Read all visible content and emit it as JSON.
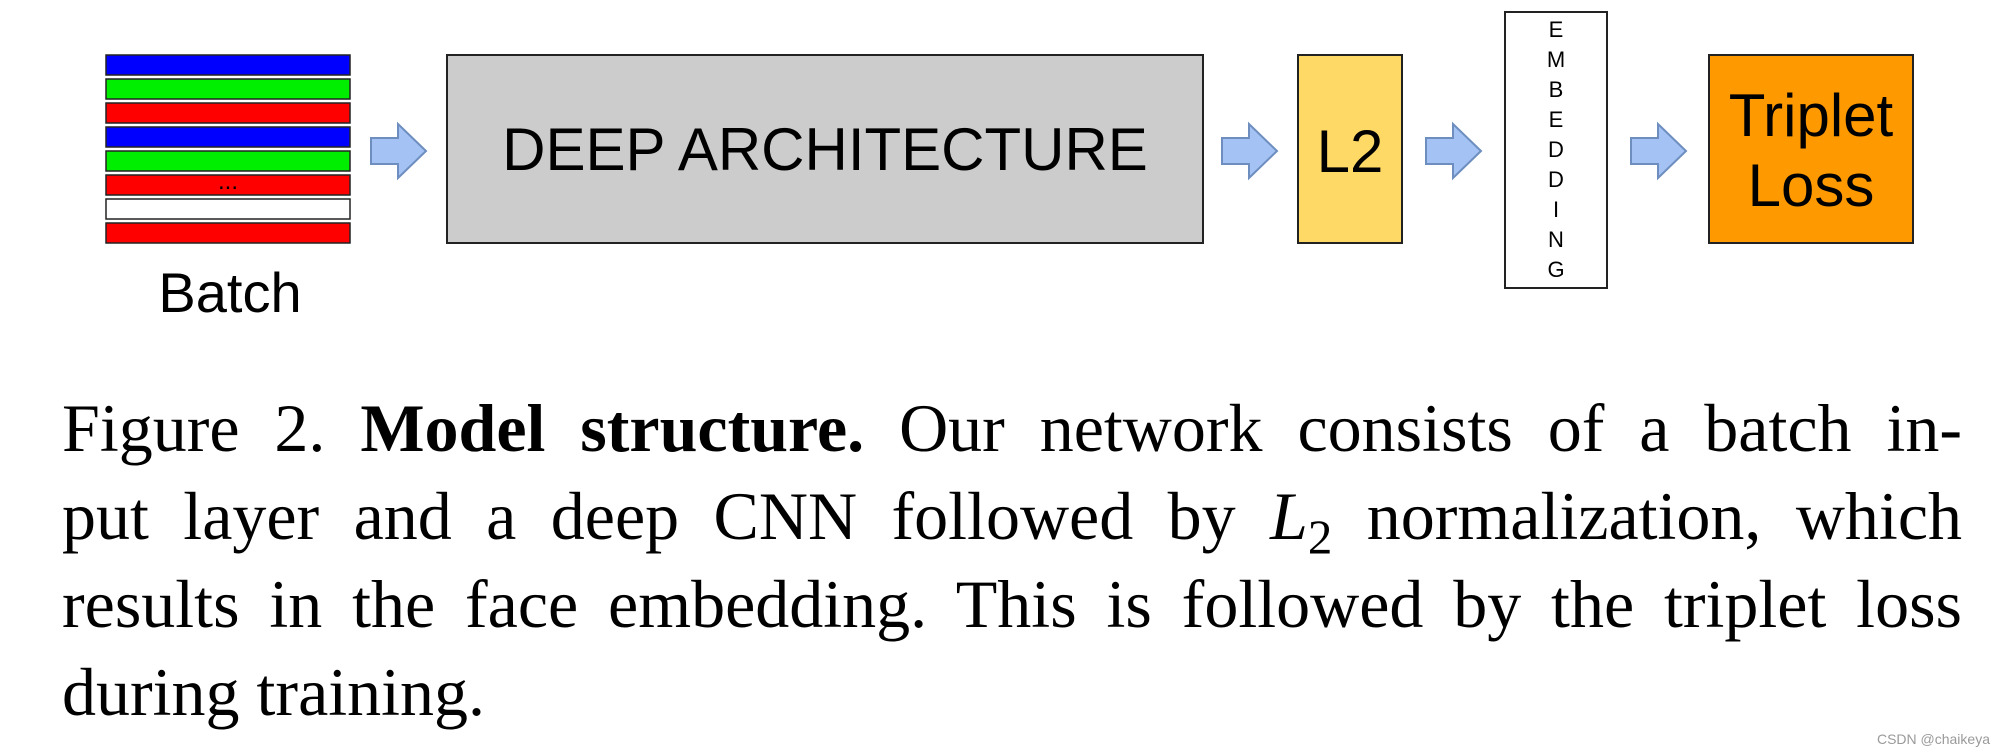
{
  "diagram": {
    "batch_label": "Batch",
    "batch_ellipsis": "...",
    "deep_label": "DEEP ARCHITECTURE",
    "l2_label": "L2",
    "embedding_letters": [
      "E",
      "M",
      "B",
      "E",
      "D",
      "D",
      "I",
      "N",
      "G"
    ],
    "loss_line1": "Triplet",
    "loss_line2": "Loss",
    "batch_stripe_colors": [
      "#0000ff",
      "#00ee00",
      "#ff0000",
      "#0000ff",
      "#00ee00",
      "#ff0000",
      "#ffffff",
      "#ff0000"
    ]
  },
  "caption": {
    "prefix": "Figure 2. ",
    "bold": "Model structure.",
    "line1_rest": " Our network consists of a batch in-",
    "line2_a": "put layer and a deep CNN followed by ",
    "math_L": "L",
    "math_sub": "2",
    "line2_b": " normalization, which",
    "line3": "results in the face embedding. This is followed by the triplet loss",
    "line4": "during training."
  },
  "watermark": "CSDN @chaikeya",
  "colors": {
    "deep_fill": "#cccccc",
    "l2_fill": "#ffd966",
    "loss_fill": "#ff9900",
    "arrow_fill": "#a4c2f4",
    "arrow_stroke": "#6d8ebf"
  }
}
